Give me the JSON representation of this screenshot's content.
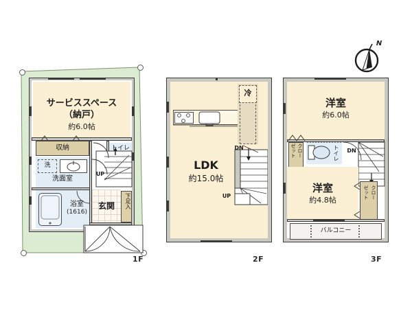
{
  "sheet": {
    "compass": {
      "label": "N",
      "name": "north-arrow"
    },
    "floors": [
      {
        "id": "1F",
        "label": "1F"
      },
      {
        "id": "2F",
        "label": "2F"
      },
      {
        "id": "3F",
        "label": "3F"
      }
    ]
  },
  "floor1": {
    "label": "1F",
    "rooms": [
      {
        "name": "service-space",
        "line1": "サービススペース",
        "line2": "（納戸）",
        "area": "約6.0帖"
      },
      {
        "name": "storage",
        "label": "収納"
      },
      {
        "name": "washroom",
        "label": "洗面室"
      },
      {
        "name": "washer",
        "label": "洗"
      },
      {
        "name": "bathroom",
        "label": "浴室",
        "size": "(1616)"
      },
      {
        "name": "toilet",
        "label": "トイレ"
      },
      {
        "name": "entrance",
        "label": "玄関"
      },
      {
        "name": "shoe-cabinet",
        "label": "下足入"
      },
      {
        "name": "stairs-up",
        "label": "UP"
      }
    ]
  },
  "floor2": {
    "label": "2F",
    "rooms": [
      {
        "name": "ldk",
        "label": "LDK",
        "area": "約15.0帖"
      },
      {
        "name": "refrigerator",
        "label": "冷"
      },
      {
        "name": "stairs-down",
        "label": "DN"
      },
      {
        "name": "stairs-up",
        "label": "UP"
      }
    ]
  },
  "floor3": {
    "label": "3F",
    "rooms": [
      {
        "name": "western-room-north",
        "label": "洋室",
        "area": "約6.0帖"
      },
      {
        "name": "western-room-south",
        "label": "洋室",
        "area": "約4.8帖"
      },
      {
        "name": "closet-north",
        "label": "クローゼット",
        "col1": "ゼット",
        "col2": "クロー"
      },
      {
        "name": "closet-south",
        "label": "クローゼット",
        "col1": "ゼット",
        "col2": "クロー"
      },
      {
        "name": "toilet",
        "label": "トイレ"
      },
      {
        "name": "balcony",
        "label": "バルコニー"
      },
      {
        "name": "stairs-down",
        "label": "DN"
      }
    ]
  },
  "colors": {
    "site": "#dcecd2",
    "room": "#fbf0d3",
    "wall": "#c9c9c4",
    "wet": "#e3edf5",
    "closet": "#ddd0a8",
    "ink": "#1d1d1d"
  }
}
